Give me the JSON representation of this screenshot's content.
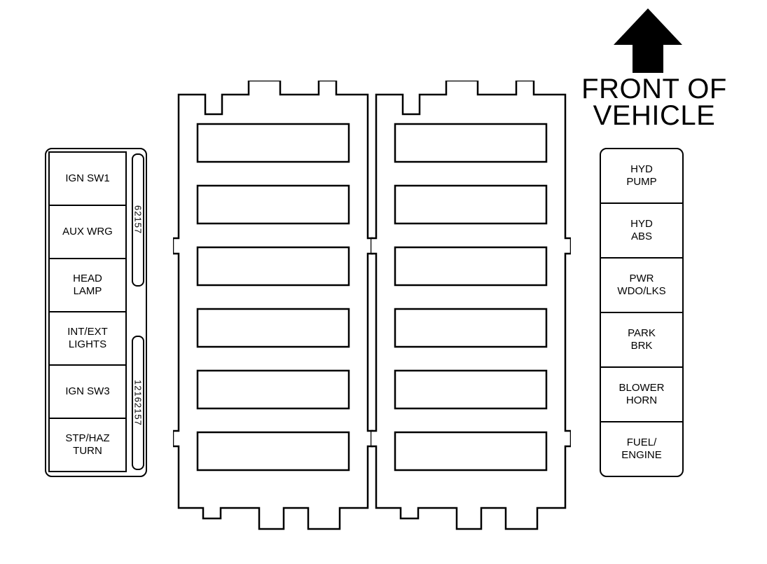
{
  "front_label": {
    "text": "FRONT OF\nVEHICLE"
  },
  "icons": {
    "front_arrow": "up-arrow"
  },
  "left_panel": {
    "cells": [
      {
        "label": "IGN SW1"
      },
      {
        "label": "AUX WRG"
      },
      {
        "label": "HEAD\nLAMP"
      },
      {
        "label": "INT/EXT\nLIGHTS"
      },
      {
        "label": "IGN SW3"
      },
      {
        "label": "STP/HAZ\nTURN"
      }
    ],
    "part_numbers": [
      {
        "value": "62157"
      },
      {
        "value": "12162157"
      }
    ]
  },
  "right_panel": {
    "cells": [
      {
        "label": "HYD\nPUMP"
      },
      {
        "label": "HYD\nABS"
      },
      {
        "label": "PWR\nWDO/LKS"
      },
      {
        "label": "PARK\nBRK"
      },
      {
        "label": "BLOWER\nHORN"
      },
      {
        "label": "FUEL/\nENGINE"
      }
    ]
  },
  "fuse_blocks": {
    "left": {
      "slot_count": 6
    },
    "right": {
      "slot_count": 6
    }
  },
  "colors": {
    "line": "#000000",
    "background": "#ffffff"
  }
}
